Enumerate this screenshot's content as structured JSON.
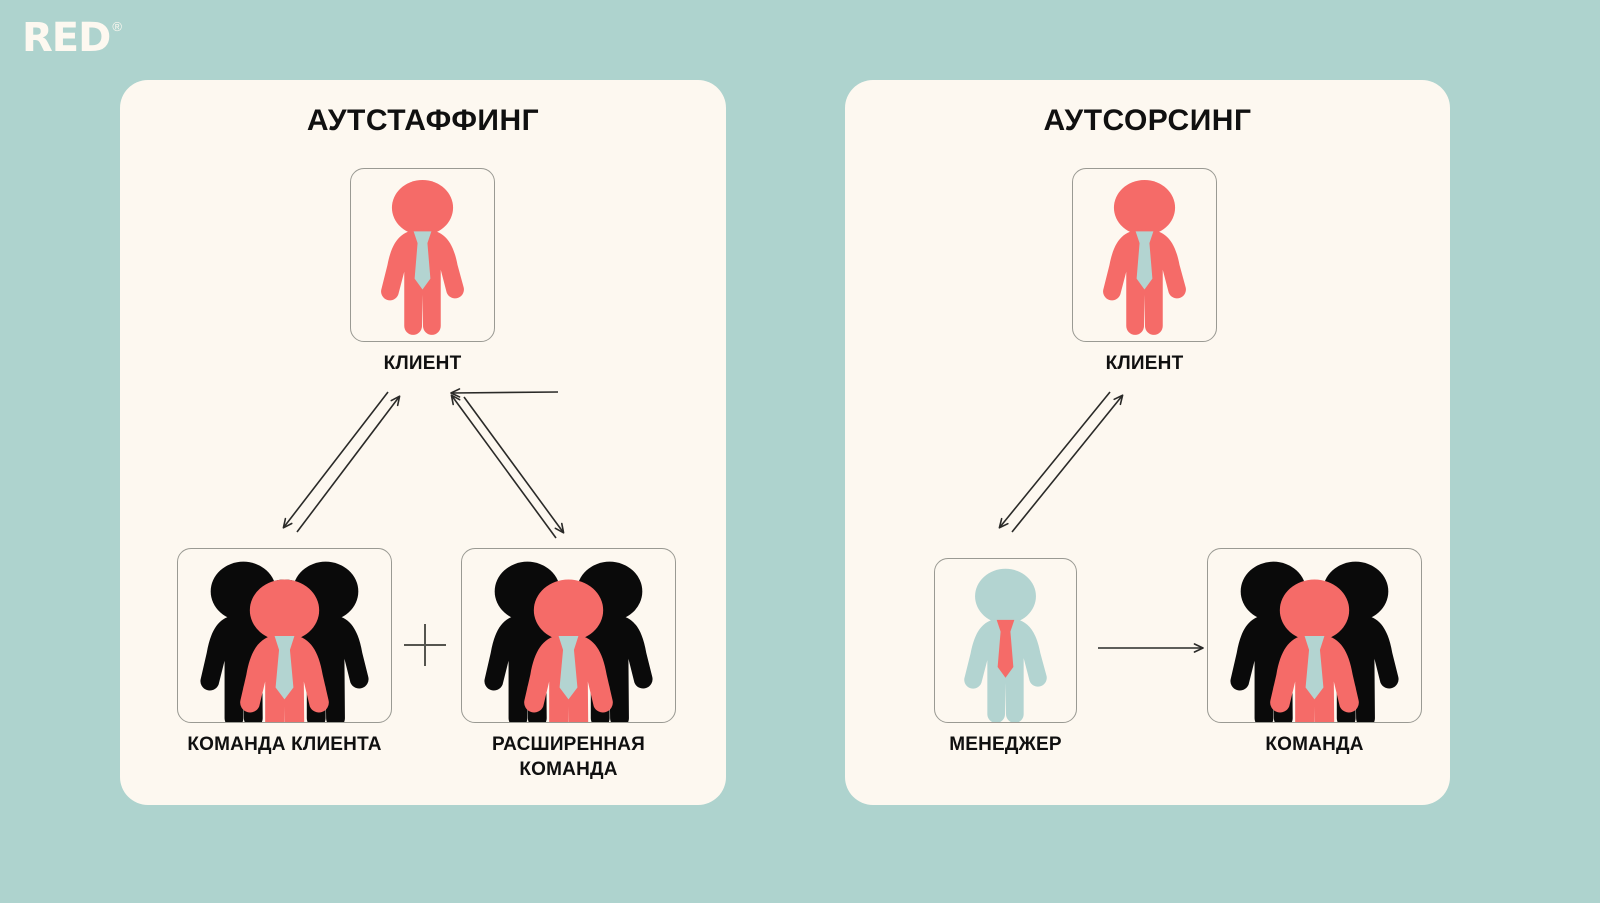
{
  "brand": {
    "logo_text": "RED",
    "registered_mark": "®",
    "logo_color": "#fdf8f0"
  },
  "theme": {
    "background": "#aed3ce",
    "panel_background": "#fdf8f0",
    "person_primary": "#f56b68",
    "person_secondary": "#b3d4d1",
    "person_dark": "#0a0a0a",
    "text": "#101010",
    "line": "#2a2a28",
    "box_border": "#9a9a93"
  },
  "panels": [
    {
      "id": "outstaffing",
      "title": "АУТСТАФФИНГ",
      "nodes": {
        "client": {
          "label": "КЛИЕНТ",
          "icon": "person-client-icon"
        },
        "team_client": {
          "label": "КОМАНДА КЛИЕНТА",
          "icon": "team-group-icon"
        },
        "team_extended": {
          "label_line1": "РАСШИРЕННАЯ",
          "label_line2": "КОМАНДА",
          "icon": "team-group-icon"
        }
      },
      "connector": {
        "symbol": "+",
        "name": "plus-symbol"
      },
      "arrows": [
        {
          "name": "arrow-client-to-team-client",
          "type": "bidirectional"
        },
        {
          "name": "arrow-client-to-team-extended",
          "type": "bidirectional"
        }
      ]
    },
    {
      "id": "outsourcing",
      "title": "АУТСОРСИНГ",
      "nodes": {
        "client": {
          "label": "КЛИЕНТ",
          "icon": "person-client-icon"
        },
        "manager": {
          "label": "МЕНЕДЖЕР",
          "icon": "person-manager-icon"
        },
        "team": {
          "label": "КОМАНДА",
          "icon": "team-group-icon"
        }
      },
      "arrows": [
        {
          "name": "arrow-client-to-manager",
          "type": "bidirectional"
        },
        {
          "name": "arrow-manager-to-team",
          "type": "unidirectional"
        }
      ]
    }
  ]
}
